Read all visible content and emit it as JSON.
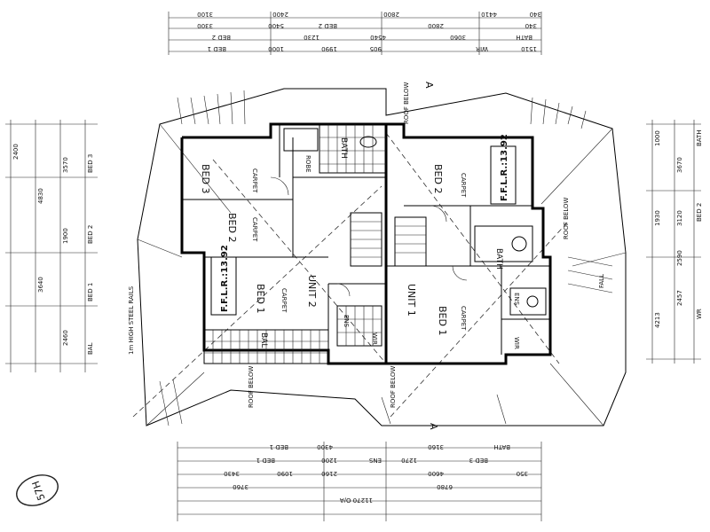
{
  "rooms": {
    "bed3": "BED 3",
    "bed3_floor": "CARPET",
    "bed2_left": "BED 2",
    "bed2_left_floor": "CARPET",
    "bed1_left": "BED 1",
    "bed1_left_floor": "CARPET",
    "unit2": "UNIT 2",
    "bed2_right": "BED 2",
    "bed2_right_floor": "CARPET",
    "unit1": "UNIT 1",
    "bed1_right": "BED 1",
    "bed1_right_floor": "CARPET",
    "bath_left": "BATH",
    "bath_right": "BATH",
    "ens_left": "ENS",
    "ens_right": "ENS",
    "wir_left": "WIR",
    "wir_right": "WIR",
    "bal": "BAL",
    "robe": "ROBE"
  },
  "labels": {
    "ffl_left": "F.F.L.R.:13.92",
    "ffl_right": "F.F.L.R.:13.92",
    "roof_below_top": "ROOF BELOW",
    "roof_below_right": "ROOF BELOW",
    "roof_below_bottom_left": "ROOF BELOW",
    "roof_below_bottom_right": "ROOF BELOW",
    "fall": "FALL",
    "section": "A",
    "rail": "1m HIGH STEEL RAILS"
  },
  "dims_top": {
    "r1": [
      "2800",
      "2400",
      "3100",
      "4410",
      "340"
    ],
    "r2": [
      "BED 2",
      "3300",
      "5400",
      "2800",
      "340"
    ],
    "r3": [
      "BED 2",
      "1230",
      "4540",
      "3060",
      "BATH"
    ],
    "r4": [
      "BED 1",
      "1000",
      "1990",
      "905",
      "WIR",
      "1510"
    ]
  },
  "dims_bottom": {
    "r1": [
      "BED 1",
      "4300",
      "BATH",
      "3160"
    ],
    "r2": [
      "BED 1",
      "1200",
      "ENS",
      "1270",
      "BED 3"
    ],
    "r3": [
      "3430",
      "1090",
      "2160",
      "4600",
      "350"
    ],
    "r4": [
      "3760",
      "6780"
    ],
    "r5": "11270 O/A"
  },
  "dims_left": [
    "2400",
    "4830",
    "3640",
    "3570",
    "1900",
    "2460",
    "BED 3",
    "BED 2",
    "BED 1",
    "BAL"
  ],
  "dims_right": [
    "1000",
    "3670",
    "1930",
    "3120",
    "2590",
    "4213",
    "2457",
    "BATH",
    "BED 2",
    "WR"
  ],
  "stamp": "57H"
}
